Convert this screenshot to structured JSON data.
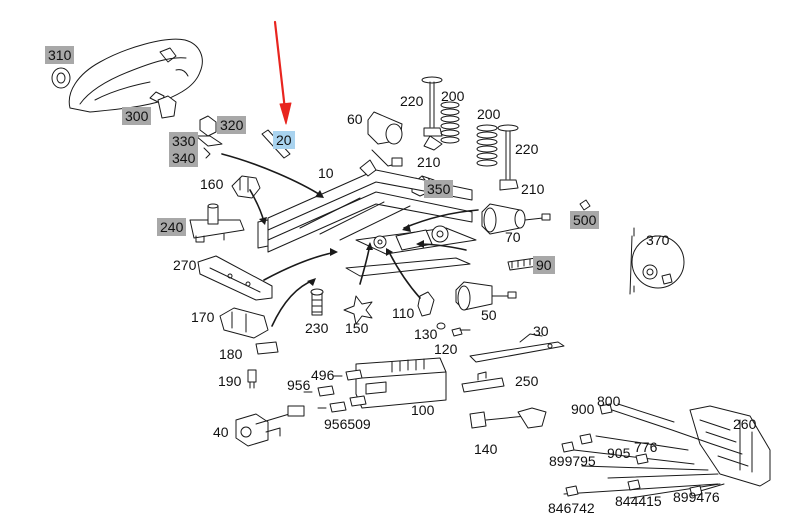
{
  "diagram": {
    "callouts": [
      {
        "id": "c310",
        "text": "310",
        "style": "box"
      },
      {
        "id": "c300",
        "text": "300",
        "style": "box"
      },
      {
        "id": "c330",
        "text": "330",
        "style": "box"
      },
      {
        "id": "c340",
        "text": "340",
        "style": "box"
      },
      {
        "id": "c320",
        "text": "320",
        "style": "box"
      },
      {
        "id": "c20",
        "text": "20",
        "style": "selected"
      },
      {
        "id": "c60",
        "text": "60",
        "style": "plain"
      },
      {
        "id": "c220a",
        "text": "220",
        "style": "plain"
      },
      {
        "id": "c200a",
        "text": "200",
        "style": "plain"
      },
      {
        "id": "c200b",
        "text": "200",
        "style": "plain"
      },
      {
        "id": "c220b",
        "text": "220",
        "style": "plain"
      },
      {
        "id": "c210a",
        "text": "210",
        "style": "plain"
      },
      {
        "id": "c210b",
        "text": "210",
        "style": "plain"
      },
      {
        "id": "c10",
        "text": "10",
        "style": "plain"
      },
      {
        "id": "c160",
        "text": "160",
        "style": "plain"
      },
      {
        "id": "c350",
        "text": "350",
        "style": "box"
      },
      {
        "id": "c500",
        "text": "500",
        "style": "box"
      },
      {
        "id": "c240",
        "text": "240",
        "style": "box"
      },
      {
        "id": "c70",
        "text": "70",
        "style": "plain"
      },
      {
        "id": "c370",
        "text": "370",
        "style": "plain"
      },
      {
        "id": "c270",
        "text": "270",
        "style": "plain"
      },
      {
        "id": "c90",
        "text": "90",
        "style": "box"
      },
      {
        "id": "c170",
        "text": "170",
        "style": "plain"
      },
      {
        "id": "c110",
        "text": "110",
        "style": "plain"
      },
      {
        "id": "c50",
        "text": "50",
        "style": "plain"
      },
      {
        "id": "c230",
        "text": "230",
        "style": "plain"
      },
      {
        "id": "c150",
        "text": "150",
        "style": "plain"
      },
      {
        "id": "c130",
        "text": "130",
        "style": "plain"
      },
      {
        "id": "c30",
        "text": "30",
        "style": "plain"
      },
      {
        "id": "c120",
        "text": "120",
        "style": "plain"
      },
      {
        "id": "c180",
        "text": "180",
        "style": "plain"
      },
      {
        "id": "c496",
        "text": "496",
        "style": "plain"
      },
      {
        "id": "c956a",
        "text": "956",
        "style": "plain"
      },
      {
        "id": "c190",
        "text": "190",
        "style": "plain"
      },
      {
        "id": "c250",
        "text": "250",
        "style": "plain"
      },
      {
        "id": "c800",
        "text": "800",
        "style": "plain"
      },
      {
        "id": "c900",
        "text": "900",
        "style": "plain"
      },
      {
        "id": "c100",
        "text": "100",
        "style": "plain"
      },
      {
        "id": "c956509",
        "text": "956509",
        "style": "plain"
      },
      {
        "id": "c260",
        "text": "260",
        "style": "plain"
      },
      {
        "id": "c40",
        "text": "40",
        "style": "plain"
      },
      {
        "id": "c776",
        "text": "776",
        "style": "plain"
      },
      {
        "id": "c905",
        "text": "905",
        "style": "plain"
      },
      {
        "id": "c140",
        "text": "140",
        "style": "plain"
      },
      {
        "id": "c899795",
        "text": "899795",
        "style": "plain"
      },
      {
        "id": "c844415",
        "text": "844415",
        "style": "plain"
      },
      {
        "id": "c899476",
        "text": "899476",
        "style": "plain"
      },
      {
        "id": "c846742",
        "text": "846742",
        "style": "plain"
      }
    ],
    "colors": {
      "box_bg": "#a8a8a8",
      "selected_bg": "#a9d3ef",
      "pointer_arrow": "#e8251f",
      "line": "#1a1a1a"
    }
  }
}
